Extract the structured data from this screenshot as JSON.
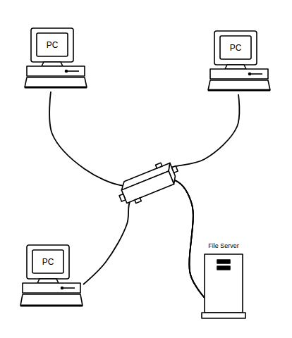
{
  "diagram": {
    "nodes": [
      {
        "text": [
          "PC"
        ]
      },
      {
        "text": [
          "PC"
        ]
      },
      {
        "text": [
          "PC"
        ]
      },
      {
        "text": [
          "File Server"
        ]
      }
    ],
    "edges": [
      {
        "from": 0,
        "to": 3,
        "arrow": "none"
      },
      {
        "from": 1,
        "to": 3,
        "arrow": "none"
      },
      {
        "from": 2,
        "to": 3,
        "arrow": "none"
      }
    ]
  }
}
